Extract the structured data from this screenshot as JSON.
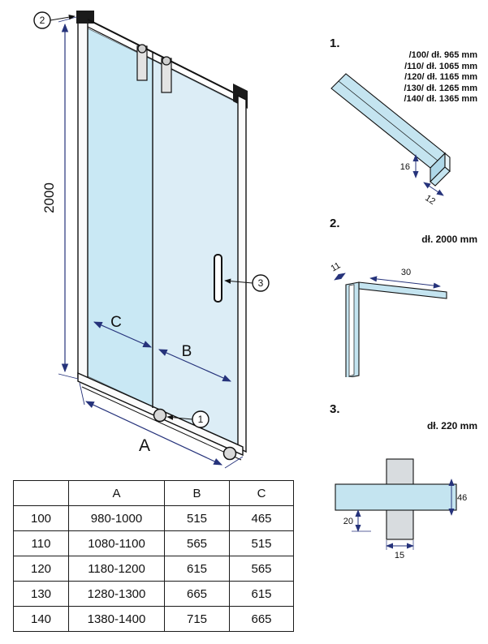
{
  "colors": {
    "glass_left": "#c9e8f4",
    "glass_right": "#dcedf6",
    "profile_blue": "#c4e4f0",
    "profile_side": "#aed7e8",
    "bar_gray": "#d8dcdf",
    "dim_line": "#26337b",
    "outline": "#111111"
  },
  "main_diagram": {
    "height_dim": "2000",
    "dim_labels": {
      "a": "A",
      "b": "B",
      "c": "C"
    },
    "callouts": {
      "one": "1",
      "two": "2",
      "three": "3"
    }
  },
  "details": {
    "d1": {
      "index": "1.",
      "size_lines": [
        "/100/ dł. 965 mm",
        "/110/ dł. 1065 mm",
        "/120/ dł. 1165 mm",
        "/130/ dł. 1265 mm",
        "/140/ dł. 1365 mm"
      ],
      "dim_16": "16",
      "dim_12": "12"
    },
    "d2": {
      "index": "2.",
      "length": "dł. 2000 mm",
      "dim_11": "11",
      "dim_30": "30"
    },
    "d3": {
      "index": "3.",
      "length": "dł. 220 mm",
      "dim_46": "46",
      "dim_20": "20",
      "dim_15": "15"
    }
  },
  "table": {
    "col_headers": [
      "A",
      "B",
      "C"
    ],
    "rows": [
      {
        "size": "100",
        "a": "980-1000",
        "b": "515",
        "c": "465"
      },
      {
        "size": "110",
        "a": "1080-1100",
        "b": "565",
        "c": "515"
      },
      {
        "size": "120",
        "a": "1180-1200",
        "b": "615",
        "c": "565"
      },
      {
        "size": "130",
        "a": "1280-1300",
        "b": "665",
        "c": "615"
      },
      {
        "size": "140",
        "a": "1380-1400",
        "b": "715",
        "c": "665"
      }
    ]
  }
}
